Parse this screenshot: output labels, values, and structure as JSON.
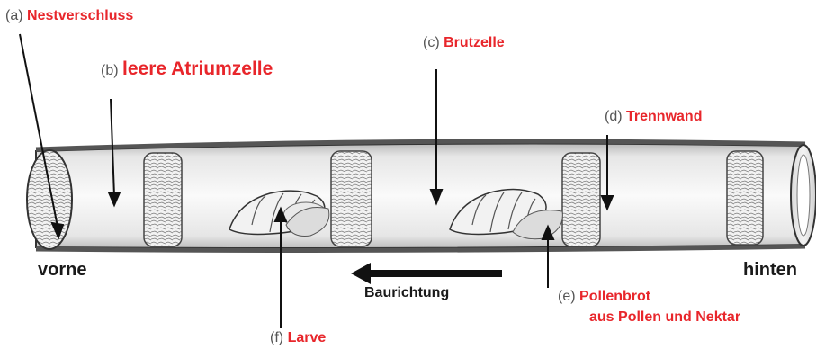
{
  "labels": {
    "a": {
      "letter": "(a)",
      "text": "Nestverschluss"
    },
    "b": {
      "letter": "(b)",
      "text": "leere Atriumzelle"
    },
    "c": {
      "letter": "(c)",
      "text": "Brutzelle"
    },
    "d": {
      "letter": "(d)",
      "text": "Trennwand"
    },
    "e": {
      "letter": "(e)",
      "text_line1": "Pollenbrot",
      "text_line2": "aus Pollen und Nektar"
    },
    "f": {
      "letter": "(f)",
      "text": "Larve"
    }
  },
  "ends": {
    "front": "vorne",
    "back": "hinten"
  },
  "direction": "Baurichtung",
  "colors": {
    "label_red": "#e8262b",
    "letter_gray": "#555555",
    "line_dark": "#1a1a1a"
  }
}
